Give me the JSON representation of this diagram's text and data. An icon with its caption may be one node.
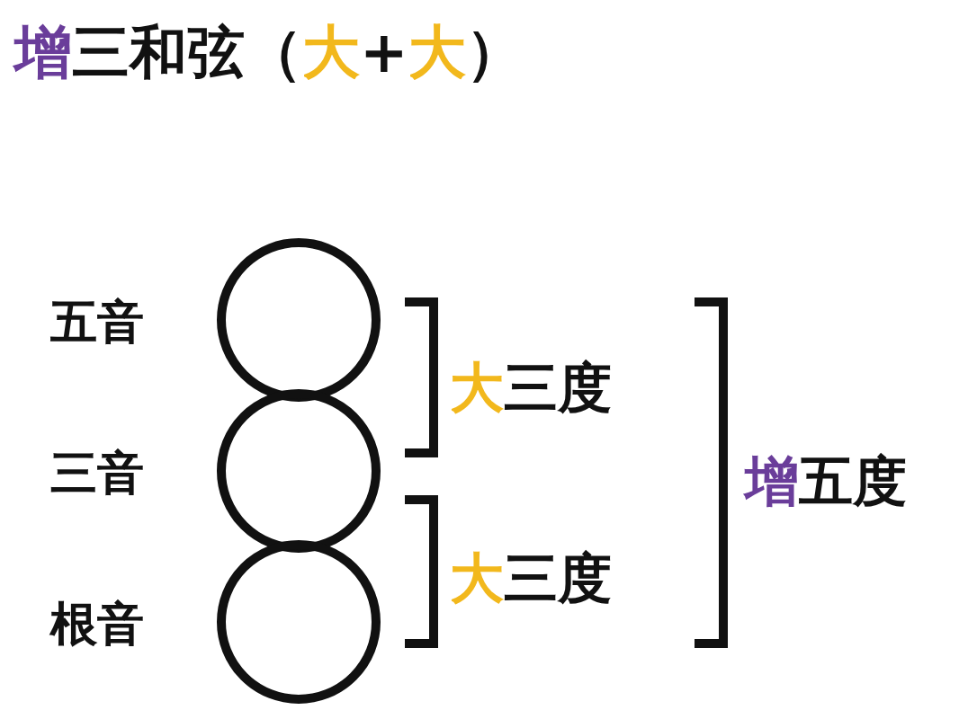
{
  "diagram": {
    "title": "增三和弦（大+大）",
    "nodes": [
      {
        "text": [],
        "shape": "circle",
        "beside": [
          "五音"
        ]
      },
      {
        "text": [],
        "shape": "circle",
        "beside": [
          "三音"
        ]
      },
      {
        "text": [],
        "shape": "circle",
        "beside": [
          "根音"
        ]
      }
    ],
    "labels": [
      "大三度",
      "大三度",
      "增五度"
    ]
  }
}
